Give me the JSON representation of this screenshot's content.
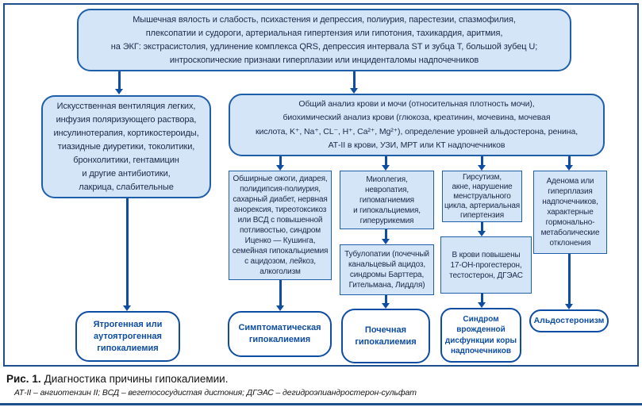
{
  "colors": {
    "accent": "#0e4da4",
    "box_fill": "#d4e5f7",
    "box_border": "#1f5fa9",
    "frame": "#1d4f8f",
    "text_dark": "#1c2747"
  },
  "figure": {
    "caption_label": "Рис. 1.",
    "caption_text": "Диагностика причины гипокалиемии.",
    "footnote": "АТ-II – ангиотензин II; ВСД – вегетососудистая дистония; ДГЭАС – дегидроэпиандростерон-сульфат"
  },
  "flowchart": {
    "symptoms_box": {
      "lines": [
        "Мышечная вялость и слабость, психастения и депрессия, полиурия, парестезии, спазмофилия,",
        "плексопатии и судороги, артериальная гипертензия или гипотония, тахикардия, аритмия,",
        "на ЭКГ: экстрасистолия, удлинение комплекса QRS, депрессия интервала ST и зубца Т, большой зубец U;",
        "интроскопические признаки гиперплазии или инциденталомы надпочечников"
      ]
    },
    "iatrogenic_causes_box": {
      "lines": [
        "Искусственная вентиляция легких,",
        "инфузия поляризующего раствора,",
        "инсулинотерапия, кортикостероиды,",
        "тиазидные диуретики, токолитики,",
        "бронхолитики, гентамицин",
        "и другие антибиотики,",
        "лакрица, слабительные"
      ]
    },
    "tests_box": {
      "lines": [
        "Общий анализ крови и мочи (относительная плотность мочи),",
        "биохимический анализ крови (глюкоза, креатинин, мочевина, мочевая",
        "кислота, K⁺, Na⁺, CL⁻, H⁺, Ca²⁺, Mg²⁺), определение уровней альдостерона, ренина,",
        "АТ-II в крови, УЗИ, МРТ или КТ надпочечников"
      ]
    },
    "symptomatic_causes_box": {
      "lines": [
        "Обширные ожоги, диарея,",
        "полидипсия-полиурия,",
        "сахарный диабет, нервная",
        "анорексия, тиреотоксикоз",
        "или ВСД с повышенной",
        "потливостью, синдром",
        "Иценко — Кушинга,",
        "семейная гипокальциемия",
        "с ацидозом, лейкоз,",
        "алкоголизм"
      ]
    },
    "renal_signs_box": {
      "lines": [
        "Миоплегия,",
        "невропатия,",
        "гипомагниемия",
        "и гипокальциемия,",
        "гиперурикемия"
      ]
    },
    "tubulopathy_box": {
      "lines": [
        "Тубулопатии (почечный",
        "канальцевый ацидоз,",
        "синдромы Барттера,",
        "Гительмана, Лиддля)"
      ]
    },
    "hirsutism_box": {
      "lines": [
        "Гирсутизм,",
        "акне, нарушение",
        "менструального",
        "цикла, артериальная",
        "гипертензия"
      ]
    },
    "hormones_box": {
      "lines": [
        "В крови повышены",
        "17-ОН-прогестерон,",
        "тестостерон, ДГЭАС"
      ]
    },
    "adenoma_box": {
      "lines": [
        "Аденома или",
        "гиперплазия",
        "надпочечников,",
        "характерные",
        "гормонально-",
        "метаболические",
        "отклонения"
      ]
    },
    "outcome_iatrogenic": {
      "lines": [
        "Ятрогенная или",
        "аутоятрогенная",
        "гипокалиемия"
      ]
    },
    "outcome_symptomatic": {
      "lines": [
        "Симптоматическая",
        "гипокалиемия"
      ]
    },
    "outcome_renal": {
      "lines": [
        "Почечная",
        "гипокалиемия"
      ]
    },
    "outcome_congenital": {
      "lines": [
        "Синдром",
        "врожденной",
        "дисфункции коры",
        "надпочечников"
      ]
    },
    "outcome_aldosteronism": {
      "label": "Альдостеронизм"
    }
  }
}
